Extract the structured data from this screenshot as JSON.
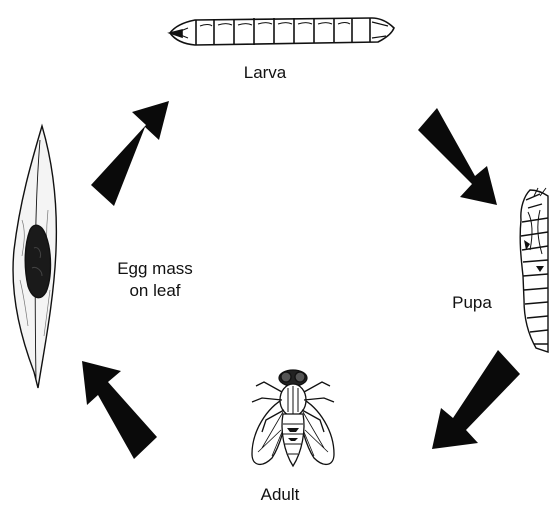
{
  "labels": {
    "larva": "Larva",
    "pupa": "Pupa",
    "adult": "Adult",
    "egg_mass_line1": "Egg mass",
    "egg_mass_line2": "on leaf"
  },
  "colors": {
    "ink": "#111111",
    "arrow": "#0a0a0a",
    "background": "#ffffff"
  },
  "stages": [
    {
      "name": "Egg mass on leaf",
      "icon": "leaf-with-egg-mass-icon"
    },
    {
      "name": "Larva",
      "icon": "larva-icon"
    },
    {
      "name": "Pupa",
      "icon": "pupa-icon"
    },
    {
      "name": "Adult",
      "icon": "adult-fly-icon"
    }
  ]
}
